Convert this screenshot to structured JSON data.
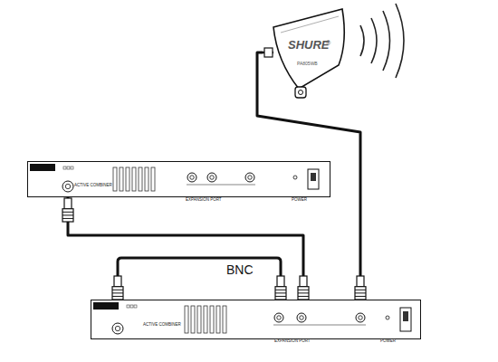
{
  "diagram": {
    "nodes": [
      {
        "text": [
          "SHURE",
          "®",
          "PA805WB"
        ]
      },
      {
        "text": [
          "SHURE",
          "ACTIVE COMBINER",
          "EXPANSION PORT",
          "POWER"
        ]
      },
      {
        "text": [
          "SHURE",
          "ACTIVE COMBINER",
          "EXPANSION PORT",
          "POWER"
        ]
      }
    ],
    "edges": [
      {
        "from": 0,
        "to": 2,
        "arrow": "none"
      },
      {
        "from": 1,
        "to": 2,
        "arrow": "none"
      }
    ],
    "labels": [
      "BNC"
    ]
  }
}
